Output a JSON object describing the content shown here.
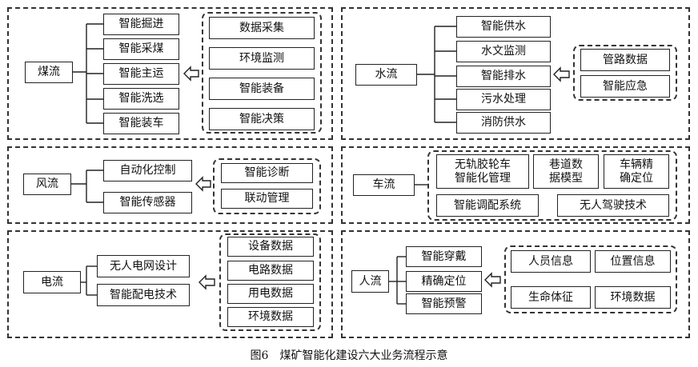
{
  "caption": "图6　煤矿智能化建设六大业务流程示意",
  "panels": {
    "coal": {
      "main": "煤流",
      "branches": [
        "智能掘进",
        "智能采煤",
        "智能主运",
        "智能洗选",
        "智能装车"
      ],
      "inputs": [
        "数据采集",
        "环境监测",
        "智能装备",
        "智能决策"
      ]
    },
    "water": {
      "main": "水流",
      "branches": [
        "智能供水",
        "水文监测",
        "智能排水",
        "污水处理",
        "消防供水"
      ],
      "inputs": [
        "管路数据",
        "智能应急"
      ]
    },
    "wind": {
      "main": "风流",
      "branches": [
        "自动化控制",
        "智能传感器"
      ],
      "inputs": [
        "智能诊断",
        "联动管理"
      ]
    },
    "vehicle": {
      "main": "车流",
      "items": [
        "无轨胶轮车\n智能化管理",
        "巷道数\n据模型",
        "车辆精\n确定位",
        "智能调配系统",
        "无人驾驶技术"
      ]
    },
    "power": {
      "main": "电流",
      "branches": [
        "无人电网设计",
        "智能配电技术"
      ],
      "inputs": [
        "设备数据",
        "电路数据",
        "用电数据",
        "环境数据"
      ]
    },
    "people": {
      "main": "人流",
      "branches": [
        "智能穿戴",
        "精确定位",
        "智能预警"
      ],
      "inputs": [
        "人员信息",
        "位置信息",
        "生命体征",
        "环境数据"
      ]
    }
  }
}
